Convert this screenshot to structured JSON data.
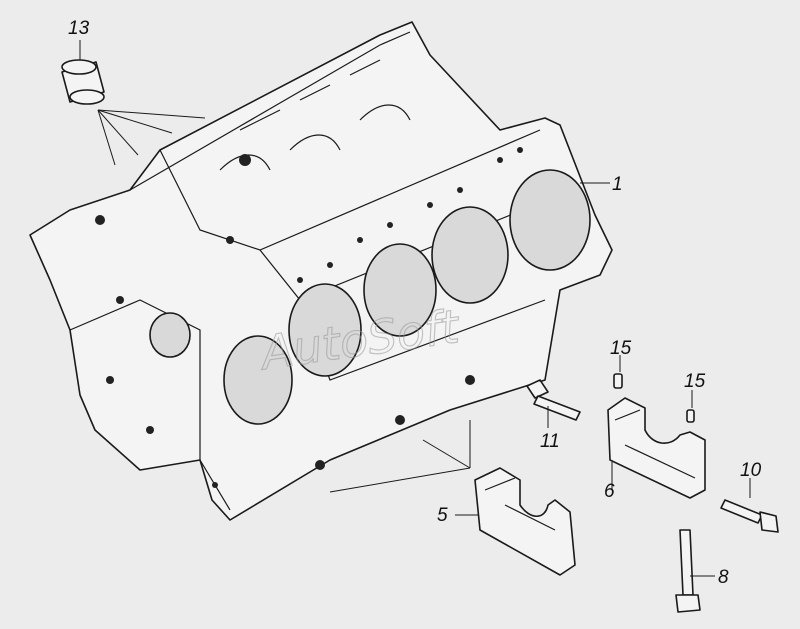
{
  "diagram": {
    "watermark": "AutoSoft",
    "callouts": [
      {
        "id": "c13",
        "label": "13"
      },
      {
        "id": "c1",
        "label": "1"
      },
      {
        "id": "c15a",
        "label": "15"
      },
      {
        "id": "c15b",
        "label": "15"
      },
      {
        "id": "c11",
        "label": "11"
      },
      {
        "id": "c10",
        "label": "10"
      },
      {
        "id": "c6",
        "label": "6"
      },
      {
        "id": "c5",
        "label": "5"
      },
      {
        "id": "c8",
        "label": "8"
      }
    ]
  }
}
